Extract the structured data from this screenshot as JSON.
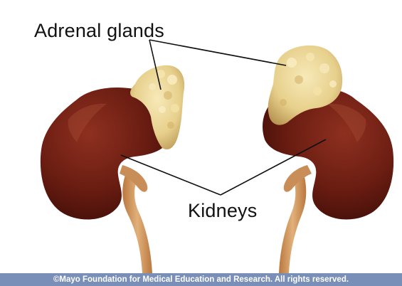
{
  "labels": {
    "adrenal": "Adrenal glands",
    "kidneys": "Kidneys"
  },
  "footer": {
    "copyright": "©Mayo Foundation for Medical Education and Research. All rights reserved."
  },
  "colors": {
    "kidney": "#6b1d12",
    "kidney_highlight": "#8e3020",
    "adrenal": "#e7d08c",
    "ureter": "#d39a62",
    "footer_bar": "#7a8fb7"
  }
}
